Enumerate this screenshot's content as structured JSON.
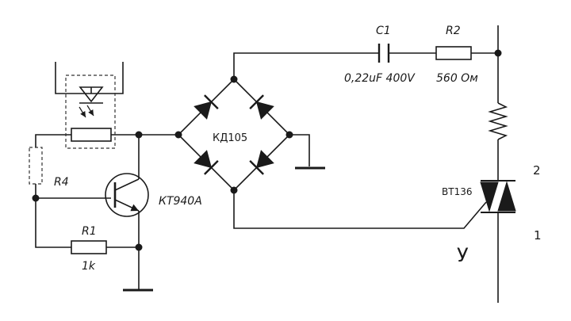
{
  "labels": {
    "c1_name": "C1",
    "c1_value": "0,22uF 400V",
    "r2_name": "R2",
    "r2_value": "560 Ом",
    "bridge": "КД105",
    "r4_name": "R4",
    "transistor": "КТ940А",
    "r1_name": "R1",
    "r1_value": "1k",
    "triac": "BT136",
    "pin2": "2",
    "pin1": "1",
    "gate": "У"
  }
}
